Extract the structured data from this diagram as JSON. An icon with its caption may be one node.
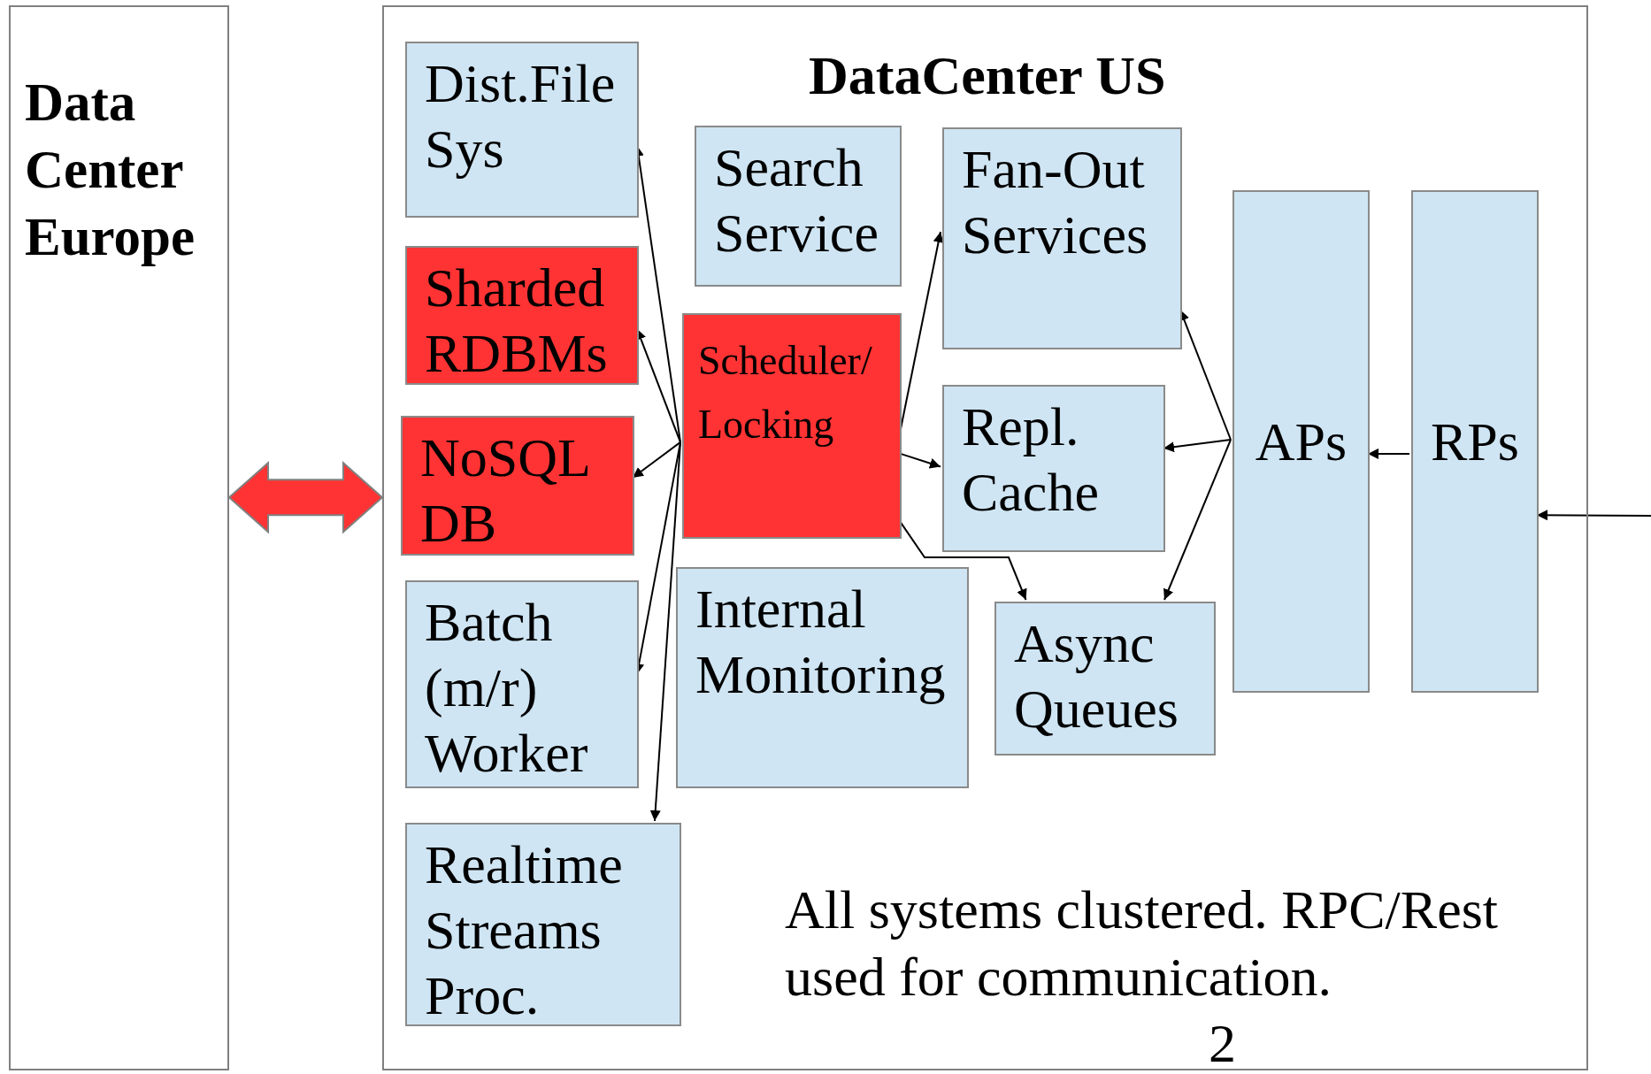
{
  "diagram": {
    "nodes": [
      {
        "text": [
          "Data Center Europe"
        ]
      },
      {
        "text": [
          "DataCenter US"
        ]
      },
      {
        "text": [
          "Dist.File Sys"
        ],
        "in": 1
      },
      {
        "text": [
          "Search Service"
        ],
        "in": 1
      },
      {
        "text": [
          "Fan-Out Services"
        ],
        "in": 1
      },
      {
        "text": [
          "Sharded RDBMs"
        ],
        "in": 1
      },
      {
        "text": [
          "Scheduler/Locking"
        ],
        "in": 1
      },
      {
        "text": [
          "Repl. Cache"
        ],
        "in": 1
      },
      {
        "text": [
          "NoSQL DB"
        ],
        "in": 1
      },
      {
        "text": [
          "Batch (m/r) Worker"
        ],
        "in": 1
      },
      {
        "text": [
          "Internal Monitoring"
        ],
        "in": 1
      },
      {
        "text": [
          "Async Queues"
        ],
        "in": 1
      },
      {
        "text": [
          "APs"
        ],
        "in": 1
      },
      {
        "text": [
          "RPs"
        ],
        "in": 1
      },
      {
        "text": [
          "Realtime Streams Proc."
        ],
        "in": 1
      }
    ],
    "edges": [
      {
        "from": 0,
        "to": 1,
        "arrow": "both",
        "style": "thick",
        "color": "#ff3333"
      },
      {
        "from": 6,
        "to": 2,
        "arrow": "to"
      },
      {
        "from": 6,
        "to": 5,
        "arrow": "to"
      },
      {
        "from": 6,
        "to": 8,
        "arrow": "to"
      },
      {
        "from": 6,
        "to": 9,
        "arrow": "to"
      },
      {
        "from": 6,
        "to": 14,
        "arrow": "to"
      },
      {
        "from": 6,
        "to": 4,
        "arrow": "to"
      },
      {
        "from": 6,
        "to": 7,
        "arrow": "to"
      },
      {
        "from": 6,
        "to": 11,
        "arrow": "to"
      },
      {
        "from": 12,
        "to": 4,
        "arrow": "to"
      },
      {
        "from": 12,
        "to": 7,
        "arrow": "to"
      },
      {
        "from": 12,
        "to": 11,
        "arrow": "to"
      },
      {
        "from": 13,
        "to": 12,
        "arrow": "to"
      },
      {
        "from": null,
        "to": 13,
        "arrow": "to"
      }
    ],
    "labels": [
      "All systems clustered. RPC/Rest used for communication.",
      "2"
    ]
  }
}
